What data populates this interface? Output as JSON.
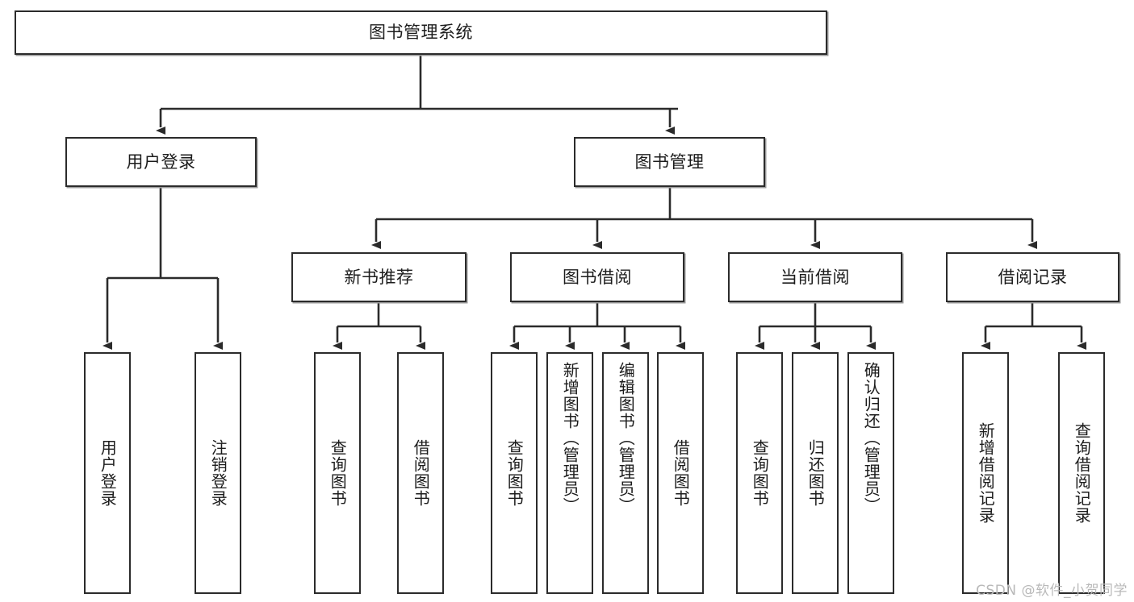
{
  "diagram": {
    "title": "图书管理系统",
    "type": "tree",
    "background_color": "#ffffff",
    "line_color": "#2b2b2b",
    "text_color": "#1c1c1c",
    "watermark": "CSDN @软件_小贺同学"
  },
  "nodes": {
    "root": {
      "label": "图书管理系统"
    },
    "level2": [
      {
        "label": "用户登录"
      },
      {
        "label": "图书管理"
      }
    ],
    "level3": [
      {
        "label": "新书推荐"
      },
      {
        "label": "图书借阅"
      },
      {
        "label": "当前借阅"
      },
      {
        "label": "借阅记录"
      }
    ],
    "leaves": [
      {
        "label": "用户登录"
      },
      {
        "label": "注销登录"
      },
      {
        "label": "查询图书"
      },
      {
        "label": "借阅图书"
      },
      {
        "label": "查询图书"
      },
      {
        "label": "新增图书（管理员）"
      },
      {
        "label": "编辑图书（管理员）"
      },
      {
        "label": "借阅图书"
      },
      {
        "label": "查询图书"
      },
      {
        "label": "归还图书"
      },
      {
        "label": "确认归还（管理员）"
      },
      {
        "label": "新增借阅记录"
      },
      {
        "label": "查询借阅记录"
      }
    ]
  },
  "edges": [
    {
      "from": "图书管理系统",
      "to": "用户登录"
    },
    {
      "from": "图书管理系统",
      "to": "图书管理"
    },
    {
      "from": "用户登录",
      "to": "用户登录"
    },
    {
      "from": "用户登录",
      "to": "注销登录"
    },
    {
      "from": "图书管理",
      "to": "新书推荐"
    },
    {
      "from": "图书管理",
      "to": "图书借阅"
    },
    {
      "from": "图书管理",
      "to": "当前借阅"
    },
    {
      "from": "图书管理",
      "to": "借阅记录"
    },
    {
      "from": "新书推荐",
      "to": "查询图书"
    },
    {
      "from": "新书推荐",
      "to": "借阅图书"
    },
    {
      "from": "图书借阅",
      "to": "查询图书"
    },
    {
      "from": "图书借阅",
      "to": "新增图书（管理员）"
    },
    {
      "from": "图书借阅",
      "to": "编辑图书（管理员）"
    },
    {
      "from": "图书借阅",
      "to": "借阅图书"
    },
    {
      "from": "当前借阅",
      "to": "查询图书"
    },
    {
      "from": "当前借阅",
      "to": "归还图书"
    },
    {
      "from": "当前借阅",
      "to": "确认归还（管理员）"
    },
    {
      "from": "借阅记录",
      "to": "新增借阅记录"
    },
    {
      "from": "借阅记录",
      "to": "查询借阅记录"
    }
  ]
}
